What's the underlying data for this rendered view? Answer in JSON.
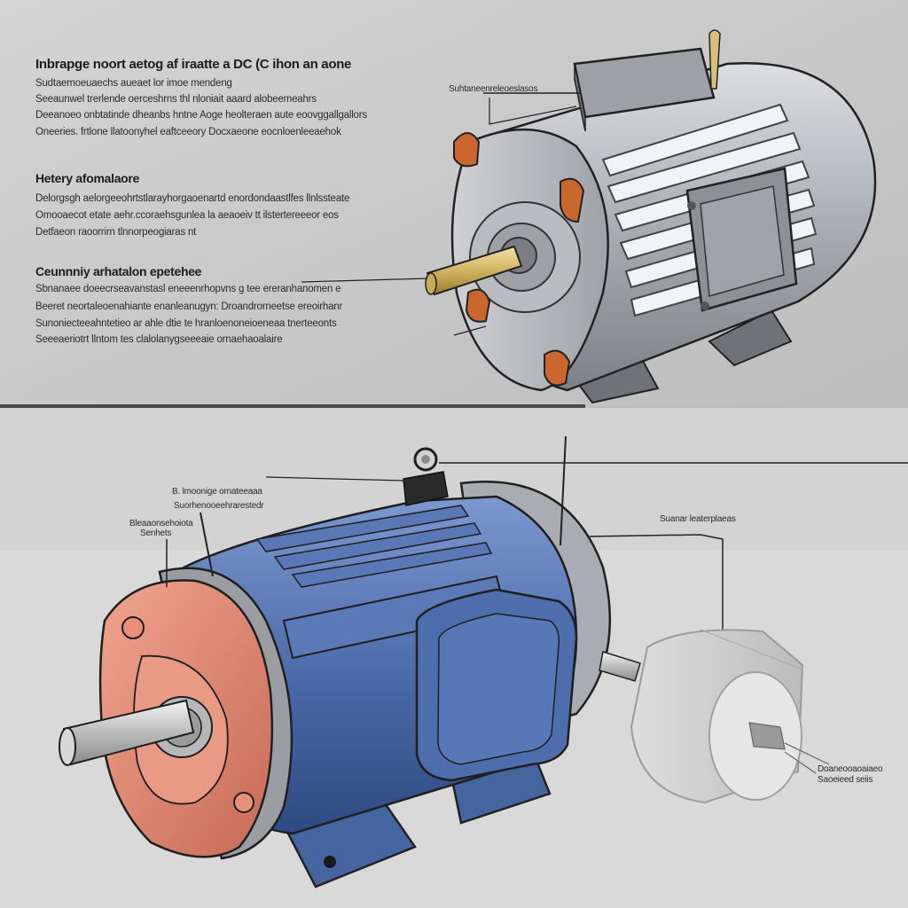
{
  "top_panel": {
    "heading": "Inbrapge noort aetog af iraatte a DC (C ihon an aone",
    "intro_lines": [
      "Sudtaemoeuaechs aueaet lor imoe mendeng",
      "Seeaunwel trerlende oerceshrns thl nloniait aaard alobeemeahrs",
      "Deeanoeo onbtatinde dheanbs hntne Aoge heolteraen aute eoovggallgallors",
      "Oneeries. frtlone llatoonyhel eaftceeory Docxaeone eocnloenleeaehok"
    ],
    "section1_title": "Hetery afomalaore",
    "section1_lines": [
      "Delorgsgh aelorgeeohrtstlarayhorgaoenartd enordondaastlfes llnlssteate",
      "Omooaecot etate aehr.ccoraehsgunlea la aeaoeiv tt ilstertereeeor eos",
      "Detfaeon raoorrirn tlnnorpeogiaras nt"
    ],
    "section2_title": "Ceunnniy arhatalon epetehee",
    "section2_lines": [
      "Sbnanaee doeecrseavanstasl eneeenrhopvns g tee ereranhanomen e",
      "Beeret neortaleoenahiante enanleanugyn: Droandrorneetse ereoirhanr",
      "Sunoniecteeahntetieo ar ahle dtie te hranloenoneioeneaa tnerteeonts",
      "Seeeaeriotrt llntom tes clalolanygseeeaie ornaehaoalaire"
    ],
    "callout_label": "Suhtaneenreleoeslasos"
  },
  "bottom_panel": {
    "label_center_line1": "B. lmoonige ornateeaaa",
    "label_center_line2": "Suorhenooeehrarestedr",
    "label_left_line1": "Bleaaonsehoiota",
    "label_left_line2": "Senhets",
    "label_right": "Suanar leaterplaeas",
    "label_bottom_right_line1": "Doaneooaoaiaeo",
    "label_bottom_right_line2": "Saoeieed seiis"
  },
  "colors": {
    "background": "#c9c9c9",
    "divider": "#4a4a4a",
    "grey_body": "#a8abaf",
    "blue_body": "#4c6aa8",
    "end_cap": "#d9826f",
    "brass_shaft": "#d8c07a",
    "copper_tabs": "#c9672e"
  },
  "icons": {
    "grey_motor": "dc-motor-cutaway-illustration",
    "blue_motor": "electric-motor-illustration",
    "capacitor": "capacitor-cylinder-illustration"
  }
}
